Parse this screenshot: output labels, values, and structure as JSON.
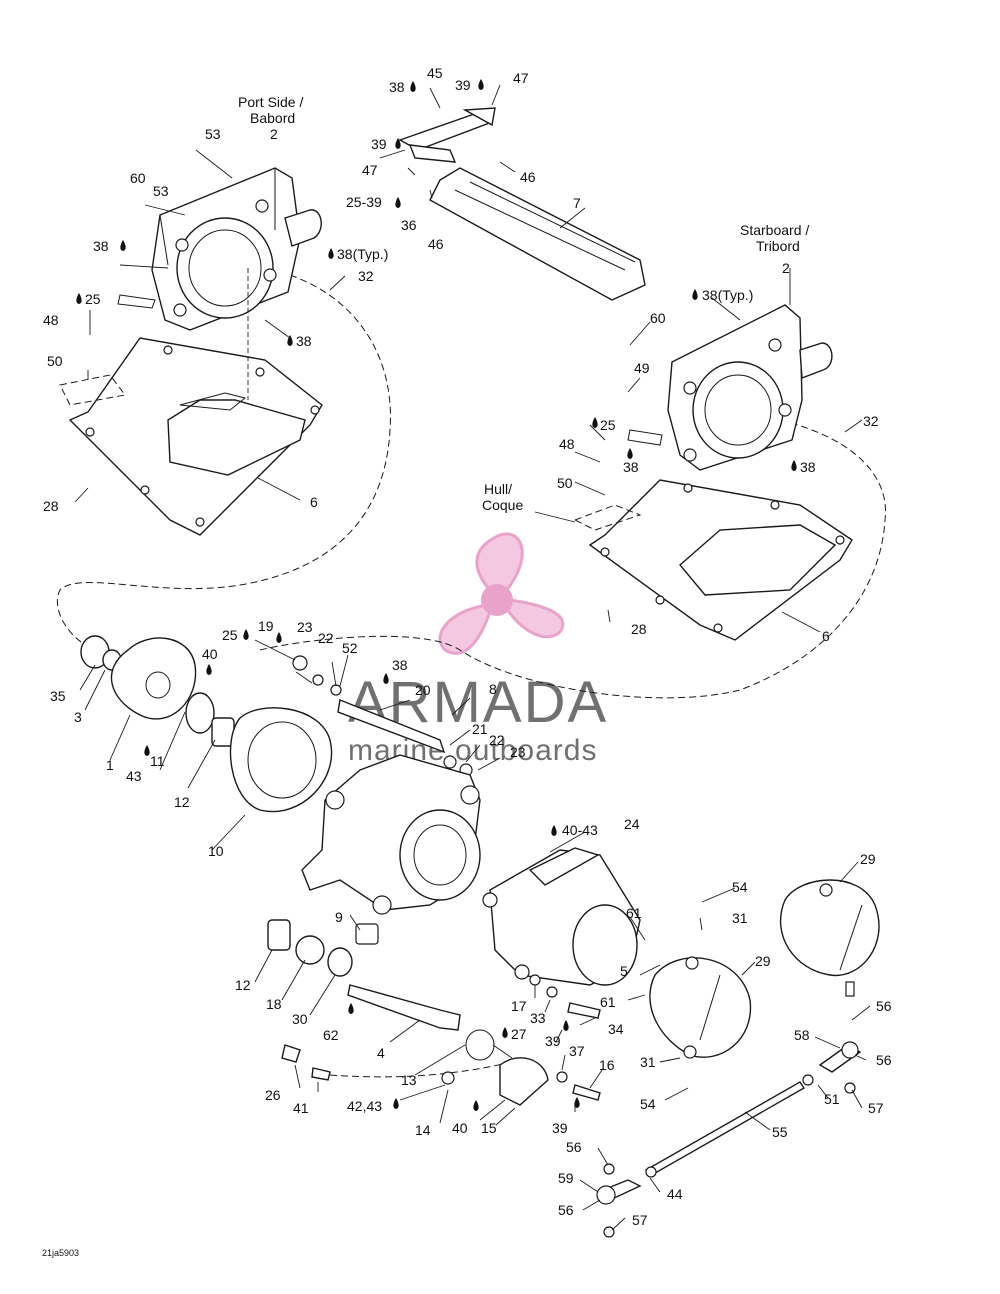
{
  "watermark": {
    "brand": "ARMADA",
    "tagline": "marine outboards",
    "brand_color": "#707070",
    "logo_color": "#e79ac6"
  },
  "side_labels": {
    "port_line1": "Port Side /",
    "port_line2": "Babord",
    "starboard_line1": "Starboard /",
    "starboard_line2": "Tribord",
    "hull_line1": "Hull/",
    "hull_line2": "Coque"
  },
  "reference_code": "21ja5903",
  "callouts": [
    "53",
    "2",
    "60",
    "53",
    "38",
    "38(Typ.)",
    "32",
    "25",
    "38",
    "48",
    "50",
    "28",
    "6",
    "38",
    "45",
    "39",
    "47",
    "39",
    "47",
    "25-39",
    "36",
    "46",
    "46",
    "7",
    "2",
    "38(Typ.)",
    "60",
    "49",
    "32",
    "25",
    "48",
    "38",
    "38",
    "50",
    "28",
    "6",
    "35",
    "3",
    "1",
    "43",
    "11",
    "12",
    "10",
    "40",
    "25",
    "19",
    "23",
    "22",
    "52",
    "38",
    "20",
    "8",
    "21",
    "22",
    "23",
    "40-43",
    "24",
    "9",
    "12",
    "18",
    "30",
    "62",
    "4",
    "13",
    "27",
    "26",
    "41",
    "42,43",
    "14",
    "40",
    "15",
    "17",
    "33",
    "34",
    "39",
    "37",
    "16",
    "39",
    "61",
    "5",
    "61",
    "54",
    "31",
    "29",
    "31",
    "54",
    "29",
    "56",
    "58",
    "56",
    "51",
    "57",
    "55",
    "56",
    "59",
    "44",
    "56",
    "57"
  ]
}
